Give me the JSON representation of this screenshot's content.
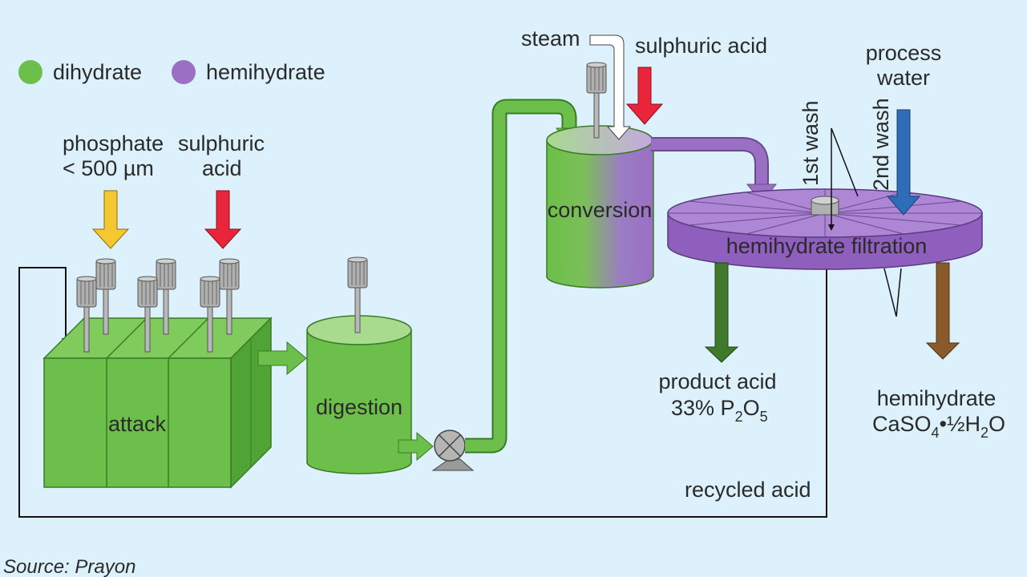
{
  "legend": {
    "dihydrate": {
      "label": "dihydrate",
      "color": "#6cbf4a"
    },
    "hemihydrate": {
      "label": "hemihydrate",
      "color": "#9b6fc4"
    }
  },
  "inputs": {
    "phosphate": {
      "line1": "phosphate",
      "line2": "< 500 µm",
      "arrow_color": "#f5c731"
    },
    "sulphuric_acid_attack": {
      "line1": "sulphuric",
      "line2": "acid",
      "arrow_color": "#e8253a"
    },
    "steam": {
      "label": "steam",
      "arrow_color": "#ffffff"
    },
    "sulphuric_acid_conversion": {
      "label": "sulphuric acid",
      "arrow_color": "#e8253a"
    },
    "process_water": {
      "line1": "process",
      "line2": "water",
      "arrow_color": "#2f6db8"
    }
  },
  "stages": {
    "attack": "attack",
    "digestion": "digestion",
    "conversion": "conversion",
    "filtration": "hemihydrate filtration"
  },
  "washes": {
    "first": "1st wash",
    "second": "2nd wash"
  },
  "outputs": {
    "product_acid": {
      "line1": "product acid",
      "line2_main": "33% P",
      "sub1": "2",
      "mid": "O",
      "sub2": "5",
      "arrow_color": "#3f7a2c"
    },
    "hemihydrate": {
      "line1": "hemihydrate",
      "main": "CaSO",
      "sub1": "4",
      "mid": "•½H",
      "sub2": "2",
      "tail": "O",
      "arrow_color": "#8b5a2b"
    }
  },
  "recycled_acid": "recycled acid",
  "source": "Source: Prayon"
}
